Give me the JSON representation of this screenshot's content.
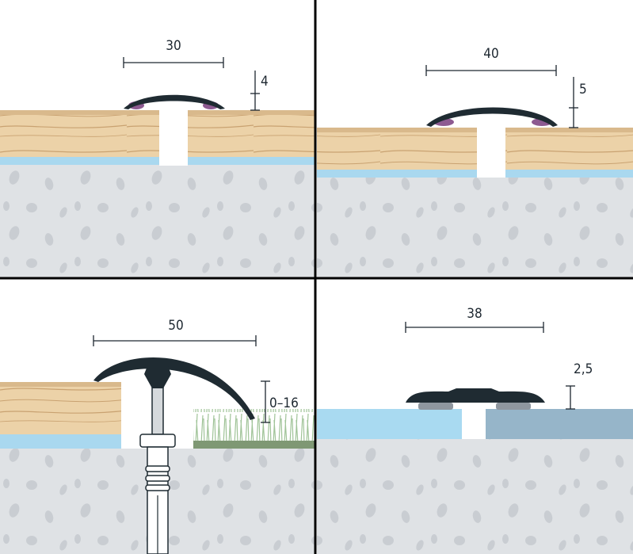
{
  "panels": [
    {
      "id": "top-left",
      "width_label": "30",
      "height_label": "4"
    },
    {
      "id": "top-right",
      "width_label": "40",
      "height_label": "5"
    },
    {
      "id": "bottom-left",
      "width_label": "50",
      "height_label": "0–16"
    },
    {
      "id": "bottom-right",
      "width_label": "38",
      "height_label": "2,5"
    }
  ],
  "colors": {
    "wood": "#ecd2a8",
    "wood_grain": "#c9a271",
    "wood_top": "#d9b98c",
    "underlay": "#a9d8ef",
    "concrete": "#dfe2e5",
    "concrete_stone": "#c9cdd2",
    "profile": "#1f2b32",
    "adhesive": "#8d5a91",
    "tile_light": "#a9daf1",
    "tile_dark": "#96b5c9",
    "grass": "#9fc397",
    "grass_base": "#7f9874",
    "divider": "#000000"
  }
}
